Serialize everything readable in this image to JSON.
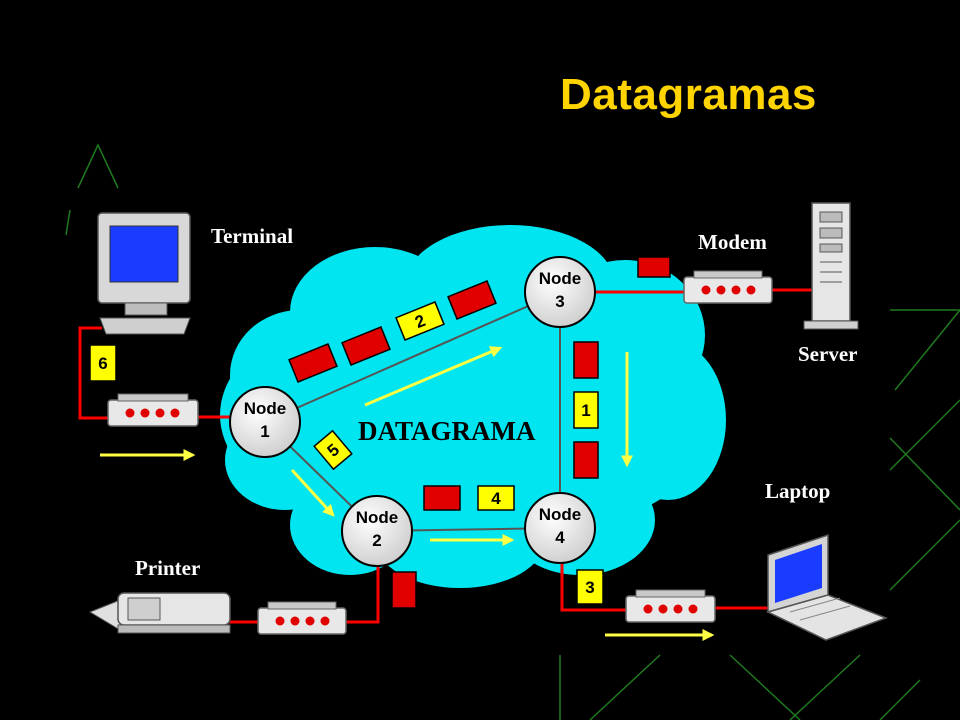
{
  "title": "Datagramas",
  "cloud_label": "DATAGRAMA",
  "nodes": [
    {
      "line1": "Node",
      "line2": "1"
    },
    {
      "line1": "Node",
      "line2": "2"
    },
    {
      "line1": "Node",
      "line2": "3"
    },
    {
      "line1": "Node",
      "line2": "4"
    }
  ],
  "devices": {
    "terminal": "Terminal",
    "modem": "Modem",
    "server": "Server",
    "laptop": "Laptop",
    "printer": "Printer"
  },
  "packets": [
    "1",
    "2",
    "3",
    "4",
    "5",
    "6"
  ],
  "colors": {
    "cloud": "#00e5ef",
    "packet_red": "#e00000",
    "packet_yellow": "#ffff00",
    "link_red": "#ff0000",
    "arrow_yellow": "#ffff44",
    "title": "#ffd400",
    "deco_green": "#1f7a1f"
  }
}
